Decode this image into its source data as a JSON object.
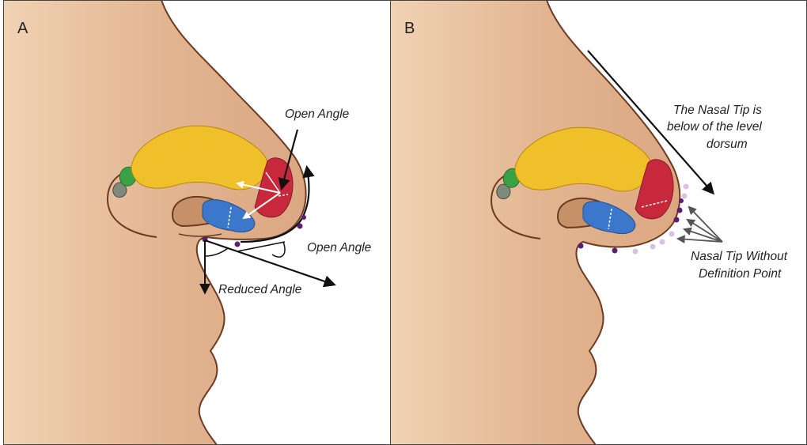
{
  "colors": {
    "skin": "#e2b490",
    "skin_light": "#f0d2b3",
    "outline": "#6b3b22",
    "nostril_shadow": "#c69068",
    "upper_lateral_cartilage": "#f0c02a",
    "lower_lateral_cartilage_dome": "#c8283c",
    "lateral_crus": "#3b78cc",
    "accessory_cartilage": "#3aa246",
    "sesamoid_cartilage": "#7f8a7a",
    "definition_point": "#5a1f6e",
    "definition_point_faded": "#d8c2e0",
    "arrow": "#111111",
    "angle_line_white": "#ffffff",
    "gray_arrow": "#9a9a9a",
    "text": "#222222"
  },
  "panel_a": {
    "panel_label": "A",
    "labels": {
      "open_angle_top": "Open Angle",
      "open_angle_side": "Open Angle",
      "reduced_angle": "Reduced Angle"
    }
  },
  "panel_b": {
    "panel_label": "B",
    "labels": {
      "nasal_tip_line1": "The Nasal Tip is",
      "nasal_tip_line2": "below of the level",
      "nasal_tip_line3": "dorsum",
      "no_definition_line1": "Nasal Tip Without",
      "no_definition_line2": "Definition Point"
    }
  }
}
